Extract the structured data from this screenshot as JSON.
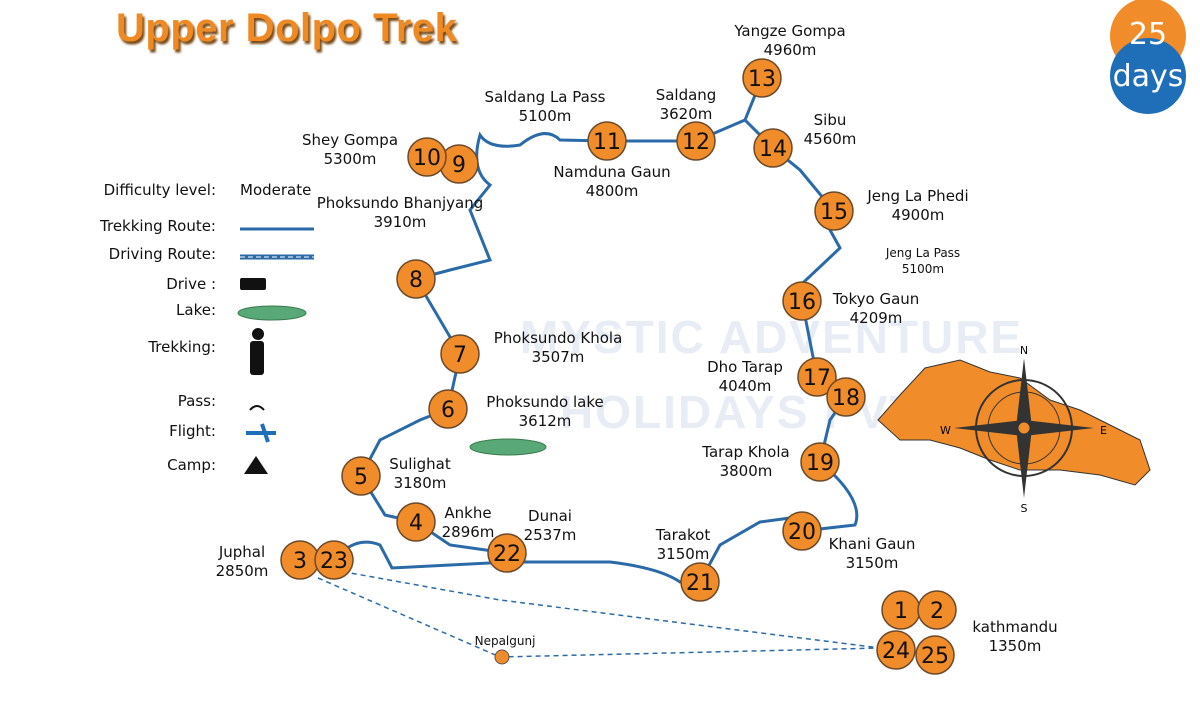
{
  "title": "Upper Dolpo Trek",
  "duration": {
    "number": "25",
    "unit": "days"
  },
  "watermark": {
    "line1": "MYSTIC ADVENTURE",
    "line2": "HOLIDAYS PVT. LTD."
  },
  "legend": {
    "difficulty_label": "Difficulty level:",
    "difficulty_value": "Moderate",
    "trekking_route": "Trekking Route:",
    "driving_route": "Driving Route:",
    "drive": "Drive :",
    "lake": "Lake:",
    "trekking": "Trekking:",
    "pass": "Pass:",
    "flight": "Flight:",
    "camp": "Camp:"
  },
  "colors": {
    "node": "#f08c2a",
    "route": "#2b6aa8",
    "title": "#ef8a22",
    "days_blue": "#1e6fb8",
    "nepal": "#f08c2a"
  },
  "compass": {
    "n": "N",
    "s": "S",
    "e": "E",
    "w": "W"
  },
  "places": [
    {
      "name": "Yangze Gompa",
      "alt": "4960m"
    },
    {
      "name": "Saldang",
      "alt": "3620m"
    },
    {
      "name": "Saldang La Pass",
      "alt": "5100m"
    },
    {
      "name": "Shey Gompa",
      "alt": "5300m"
    },
    {
      "name": "Namduna Gaun",
      "alt": "4800m"
    },
    {
      "name": "Sibu",
      "alt": "4560m"
    },
    {
      "name": "Jeng La Phedi",
      "alt": "4900m"
    },
    {
      "name": "Jeng La Pass",
      "alt": "5100m"
    },
    {
      "name": "Phoksundo Bhanjyang",
      "alt": "3910m"
    },
    {
      "name": "Tokyo Gaun",
      "alt": "4209m"
    },
    {
      "name": "Phoksundo Khola",
      "alt": "3507m"
    },
    {
      "name": "Dho Tarap",
      "alt": "4040m"
    },
    {
      "name": "Phoksundo lake",
      "alt": "3612m"
    },
    {
      "name": "Tarap Khola",
      "alt": "3800m"
    },
    {
      "name": "Sulighat",
      "alt": "3180m"
    },
    {
      "name": "Ankhe",
      "alt": "2896m"
    },
    {
      "name": "Dunai",
      "alt": "2537m"
    },
    {
      "name": "Tarakot",
      "alt": "3150m"
    },
    {
      "name": "Khani Gaun",
      "alt": "3150m"
    },
    {
      "name": "Juphal",
      "alt": "2850m"
    },
    {
      "name": "Nepalgunj",
      "alt": ""
    },
    {
      "name": "kathmandu",
      "alt": "1350m"
    }
  ],
  "days": [
    "1",
    "2",
    "3",
    "4",
    "5",
    "6",
    "7",
    "8",
    "9",
    "10",
    "11",
    "12",
    "13",
    "14",
    "15",
    "16",
    "17",
    "18",
    "19",
    "20",
    "21",
    "22",
    "23",
    "24",
    "25"
  ]
}
